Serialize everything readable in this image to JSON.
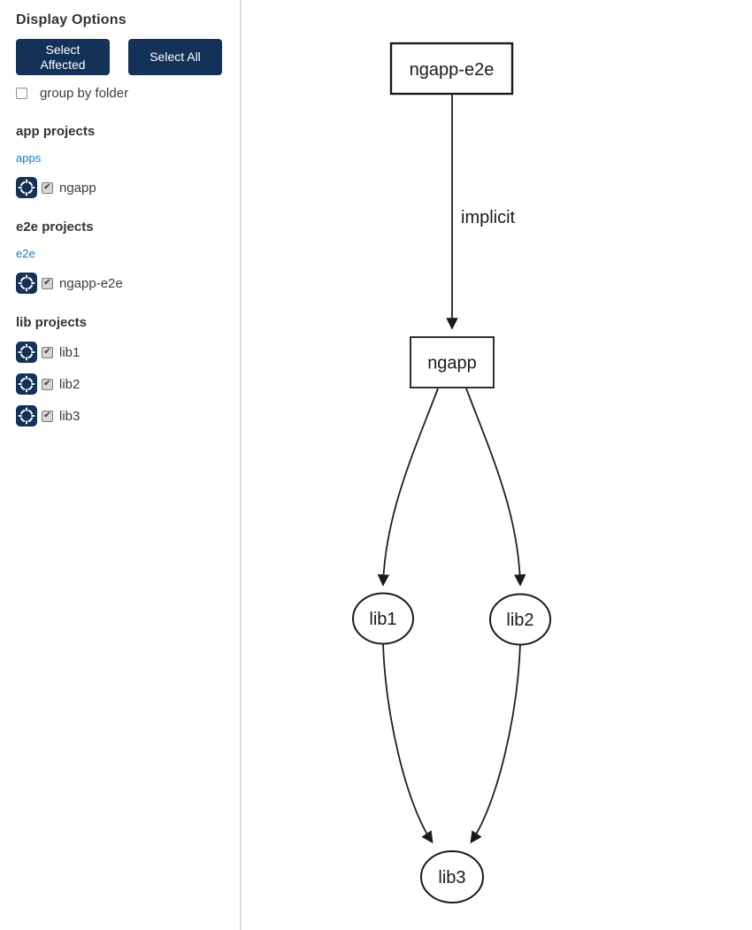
{
  "colors": {
    "navy": "#143157",
    "link_blue": "#0d7dc1",
    "node_stroke": "#1a1a1a",
    "sidebar_divider": "#dcdcdc"
  },
  "sidebar": {
    "title": "Display Options",
    "select_affected_label": "Select Affected",
    "select_all_label": "Select All",
    "group_by_folder": {
      "label": "group by folder",
      "state": "unchecked"
    },
    "sections": [
      {
        "heading": "app projects",
        "folder_link": "apps",
        "items": [
          {
            "label": "ngapp",
            "state": "checked"
          }
        ]
      },
      {
        "heading": "e2e projects",
        "folder_link": "e2e",
        "items": [
          {
            "label": "ngapp-e2e",
            "state": "checked"
          }
        ]
      },
      {
        "heading": "lib projects",
        "items": [
          {
            "label": "lib1",
            "state": "checked"
          },
          {
            "label": "lib2",
            "state": "checked"
          },
          {
            "label": "lib3",
            "state": "checked"
          }
        ]
      }
    ]
  },
  "graph": {
    "nodes": [
      {
        "id": "ngapp-e2e",
        "label": "ngapp-e2e",
        "shape": "rect"
      },
      {
        "id": "ngapp",
        "label": "ngapp",
        "shape": "rect"
      },
      {
        "id": "lib1",
        "label": "lib1",
        "shape": "ellipse"
      },
      {
        "id": "lib2",
        "label": "lib2",
        "shape": "ellipse"
      },
      {
        "id": "lib3",
        "label": "lib3",
        "shape": "ellipse"
      }
    ],
    "edges": [
      {
        "from": "ngapp-e2e",
        "to": "ngapp",
        "label": "implicit"
      },
      {
        "from": "ngapp",
        "to": "lib1",
        "label": ""
      },
      {
        "from": "ngapp",
        "to": "lib2",
        "label": ""
      },
      {
        "from": "lib1",
        "to": "lib3",
        "label": ""
      },
      {
        "from": "lib2",
        "to": "lib3",
        "label": ""
      }
    ]
  }
}
